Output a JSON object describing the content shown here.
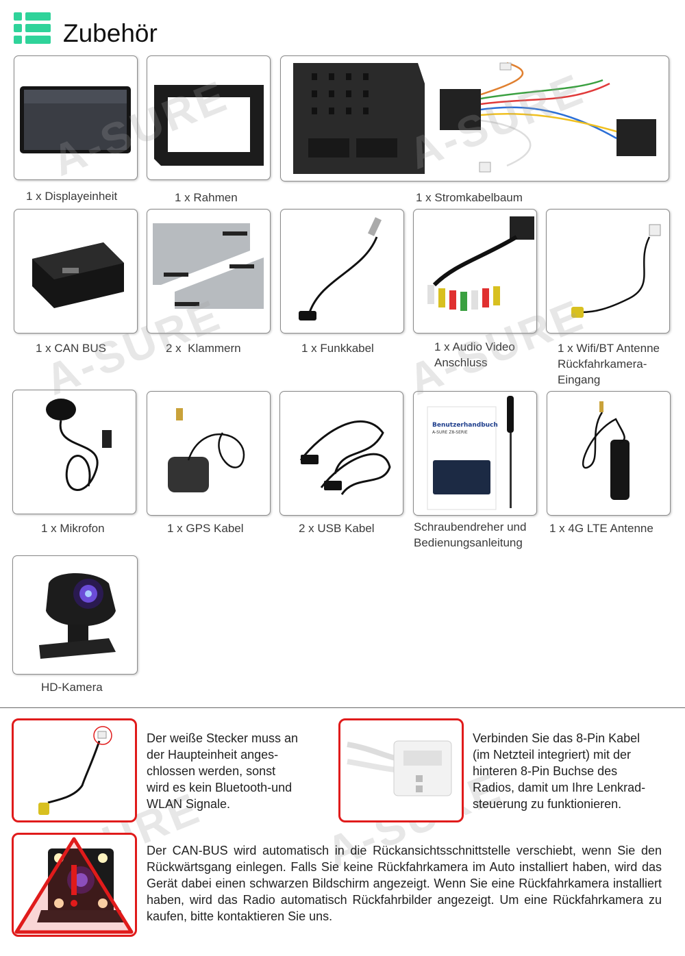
{
  "header": {
    "title": "Zubehör",
    "icon": "list-icon",
    "icon_color": "#2fd39a"
  },
  "items": [
    {
      "label": "1 x Displayeinheit"
    },
    {
      "label": "1 x Rahmen"
    },
    {
      "label": "1 x Stromkabelbaum"
    },
    {
      "label": "1 x CAN BUS"
    },
    {
      "label": "2 x  Klammern"
    },
    {
      "label": "1 x Funkkabel"
    },
    {
      "label": "1 x Audio Video",
      "label2": "Anschluss"
    },
    {
      "label": "1 x Wifi/BT Antenne",
      "label2": "Rückfahrkamera-",
      "label3": "Eingang"
    },
    {
      "label": "1 x Mikrofon"
    },
    {
      "label": "1 x GPS Kabel"
    },
    {
      "label": "2 x USB Kabel"
    },
    {
      "label": "Schraubendreher und",
      "label2": "Bedienungsanleitung",
      "manual_title": "Benutzerhandbuch",
      "manual_subtitle": "A-SURE Z8-SERIE"
    },
    {
      "label": "1 x 4G LTE Antenne"
    },
    {
      "label": "HD-Kamera"
    }
  ],
  "notes": [
    {
      "lines": [
        "Der weiße Stecker muss an",
        "der Haupteinheit anges-",
        "chlossen werden, sonst",
        "wird es kein Bluetooth-und",
        "WLAN Signale."
      ]
    },
    {
      "lines": [
        "Verbinden Sie das 8-Pin Kabel",
        "(im Netzteil integriert) mit der",
        "hinteren 8-Pin Buchse des",
        "Radios, damit um Ihre Lenkrad-",
        "steuerung zu funktionieren."
      ]
    },
    {
      "text": "Der CAN-BUS wird automatisch in die Rückansichtsschnittstelle verschiebt, wenn Sie den Rückwärtsgang einlegen. Falls Sie keine Rückfahrkamera im Auto installiert haben, wird das Gerät dabei einen schwarzen Bildschirm angezeigt.  Wenn Sie eine Rückfahrkamera installiert haben, wird das Radio automatisch Rückfahrbilder angezeigt. Um eine Rückfahrkamera zu kaufen, bitte kontaktieren Sie uns."
    }
  ],
  "watermark": "A-SURE",
  "colors": {
    "accent": "#2fd39a",
    "warning_red": "#e01b1b",
    "border": "#8a8a8a"
  }
}
